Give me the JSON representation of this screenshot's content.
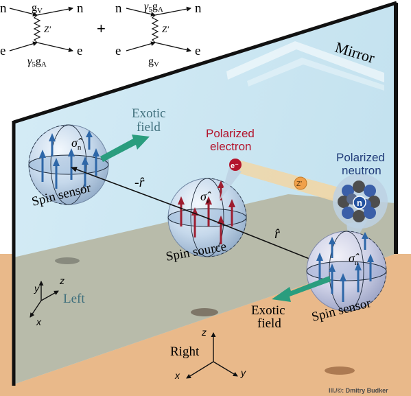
{
  "feynman": {
    "left": {
      "top_left": "n",
      "top_right": "n",
      "bottom_left": "e",
      "bottom_right": "e",
      "top_coupling": "g",
      "top_coupling_sub": "V",
      "boson": "Z′",
      "bottom_coupling_prefix": "γ",
      "bottom_coupling_prefix_sub": "5",
      "bottom_coupling": "g",
      "bottom_coupling_sub": "A"
    },
    "plus": "+",
    "right": {
      "top_left": "n",
      "top_right": "n",
      "bottom_left": "e",
      "bottom_right": "e",
      "top_coupling_prefix": "γ",
      "top_coupling_prefix_sub": "5",
      "top_coupling": "g",
      "top_coupling_sub": "A",
      "boson": "Z′",
      "bottom_coupling": "g",
      "bottom_coupling_sub": "V"
    }
  },
  "labels": {
    "mirror": "Mirror",
    "exotic_field_top_line1": "Exotic",
    "exotic_field_top_line2": "field",
    "polarized_electron_line1": "Polarized",
    "polarized_electron_line2": "electron",
    "polarized_neutron_line1": "Polarized",
    "polarized_neutron_line2": "neutron",
    "electron_badge": "e⁻",
    "boson_badge": "Z′",
    "neutron_badge": "n",
    "neg_r": "-r̂",
    "r": "r̂",
    "sigma": "σ̂",
    "sigma_n_sub": "n",
    "sigma_e_sub": "e",
    "spin_sensor_left": "Spin sensor",
    "spin_source": "Spin source",
    "spin_sensor_right": "Spin sensor",
    "exotic_field_bottom_line1": "Exotic",
    "exotic_field_bottom_line2": "field",
    "left_label": "Left",
    "right_label": "Right",
    "axis_x": "x",
    "axis_y": "y",
    "axis_z": "z",
    "credit": "Ill./©: Dmitry Budker"
  },
  "colors": {
    "mirror_glass": "#cfe7f2",
    "mirror_floor": "#b9bcab",
    "real_floor": "#e9b98a",
    "frame": "#111111",
    "sphere": "#bcd2e8",
    "spin_blue": "#2e67a8",
    "spin_red": "#9e1d2f",
    "field_arrow": "#2a9d7e",
    "electron_label": "#b3142c",
    "neutron_label": "#1f3a78",
    "field_label": "#3f6f7c"
  }
}
